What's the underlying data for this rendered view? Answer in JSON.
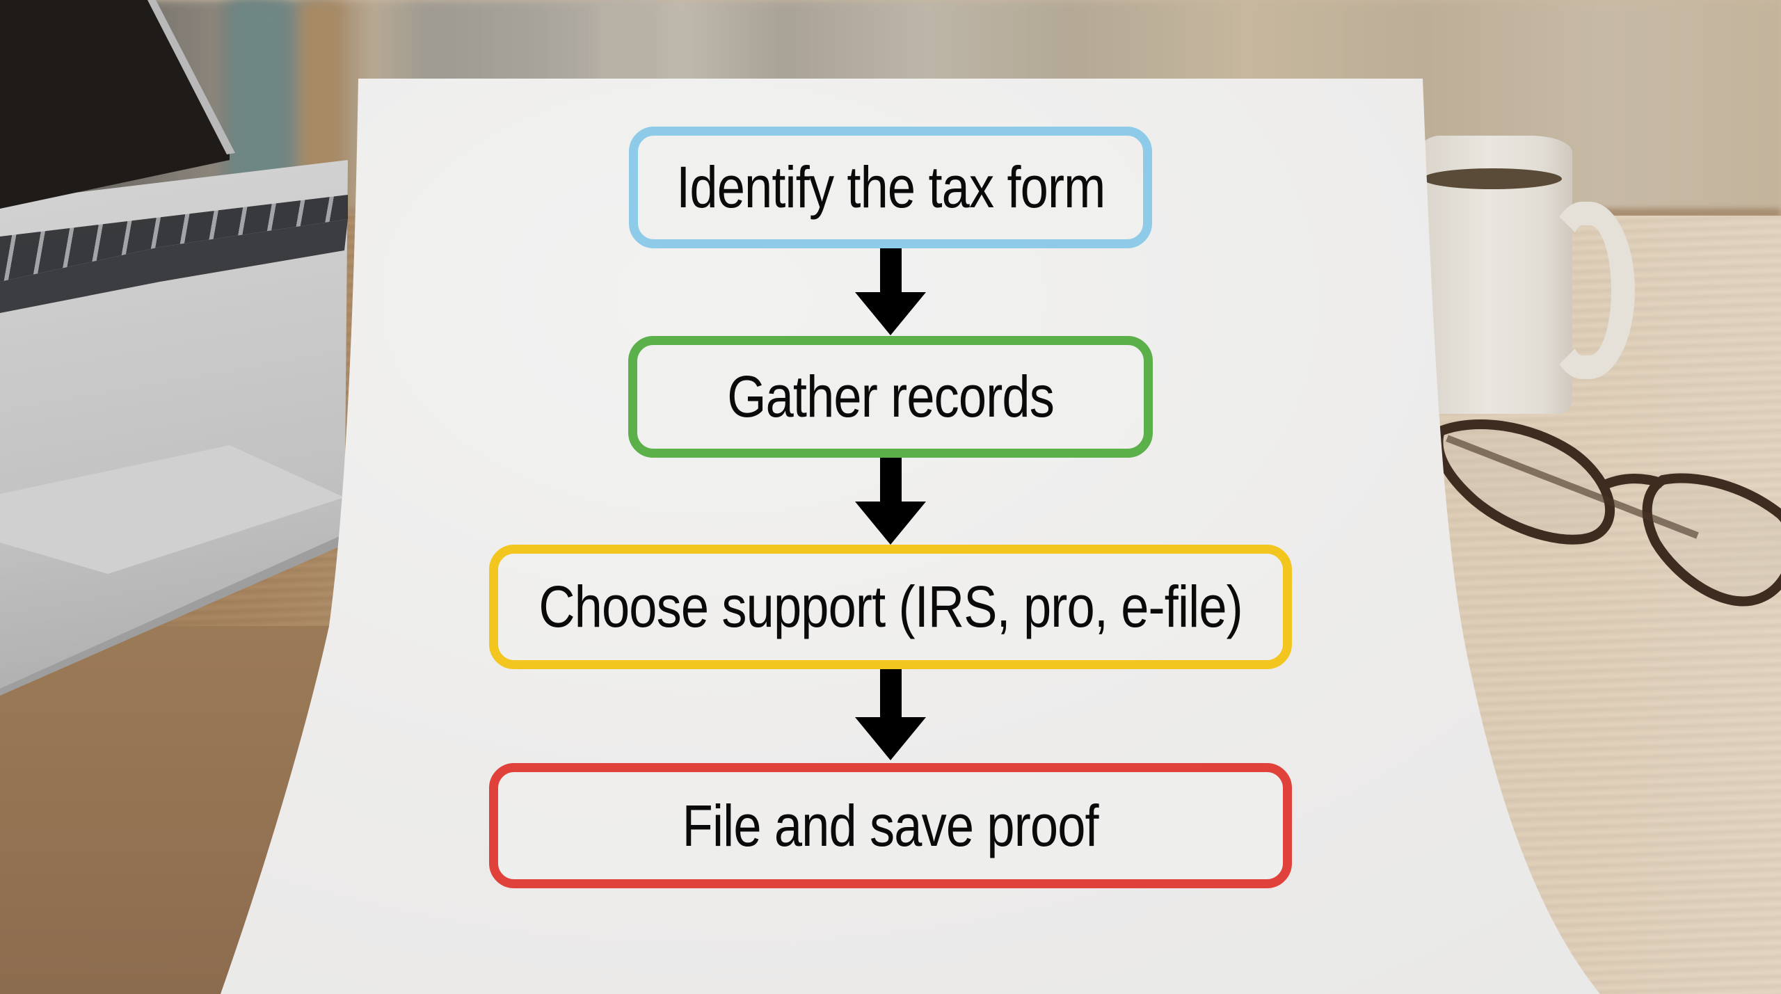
{
  "flowchart": {
    "title": "",
    "steps": [
      {
        "label": "Identify the tax form",
        "border_color": "#8ecbe9"
      },
      {
        "label": "Gather records",
        "border_color": "#5bb04a"
      },
      {
        "label": "Choose support (IRS, pro, e-file)",
        "border_color": "#f2c61f"
      },
      {
        "label": "File and save proof",
        "border_color": "#e0413a"
      }
    ],
    "arrow_color": "#000000",
    "arrows": [
      "down",
      "down",
      "down"
    ]
  },
  "scene": {
    "background_objects": [
      "laptop",
      "coffee-mug",
      "eyeglasses",
      "wooden-desk",
      "bookshelf"
    ]
  }
}
